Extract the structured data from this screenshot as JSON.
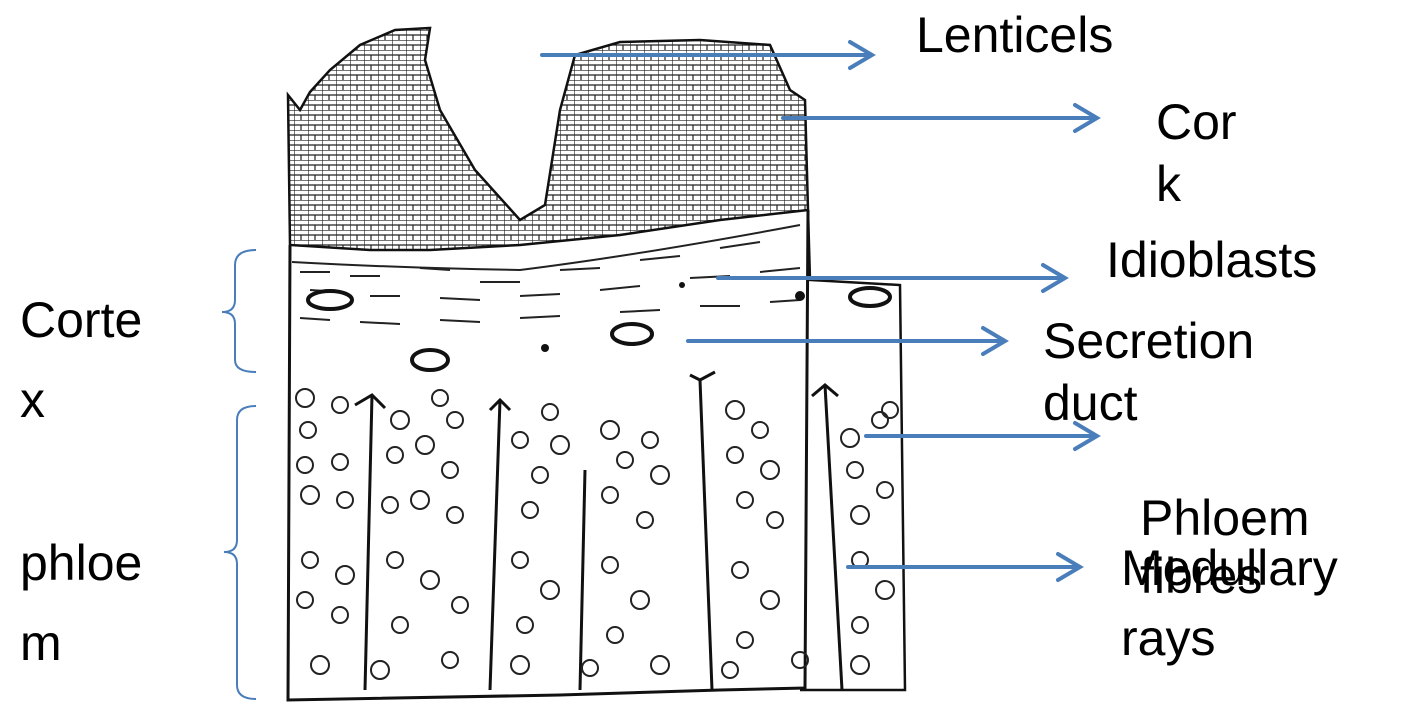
{
  "labels": {
    "lenticels": "Lenticels",
    "cork": [
      "Cor",
      "k"
    ],
    "idioblasts": "Idioblasts",
    "secretion_duct": [
      "Secretion",
      "duct"
    ],
    "phloem_fibres": [
      "Phloem",
      "fibres"
    ],
    "medullary_rays": [
      "Medullary",
      "rays"
    ],
    "cortex": [
      "Corte",
      "x"
    ],
    "phloem": [
      "phloe",
      "m"
    ]
  },
  "colors": {
    "arrow": "#4a7ebb",
    "ink": "#111111",
    "brace": "#4a7ebb"
  }
}
